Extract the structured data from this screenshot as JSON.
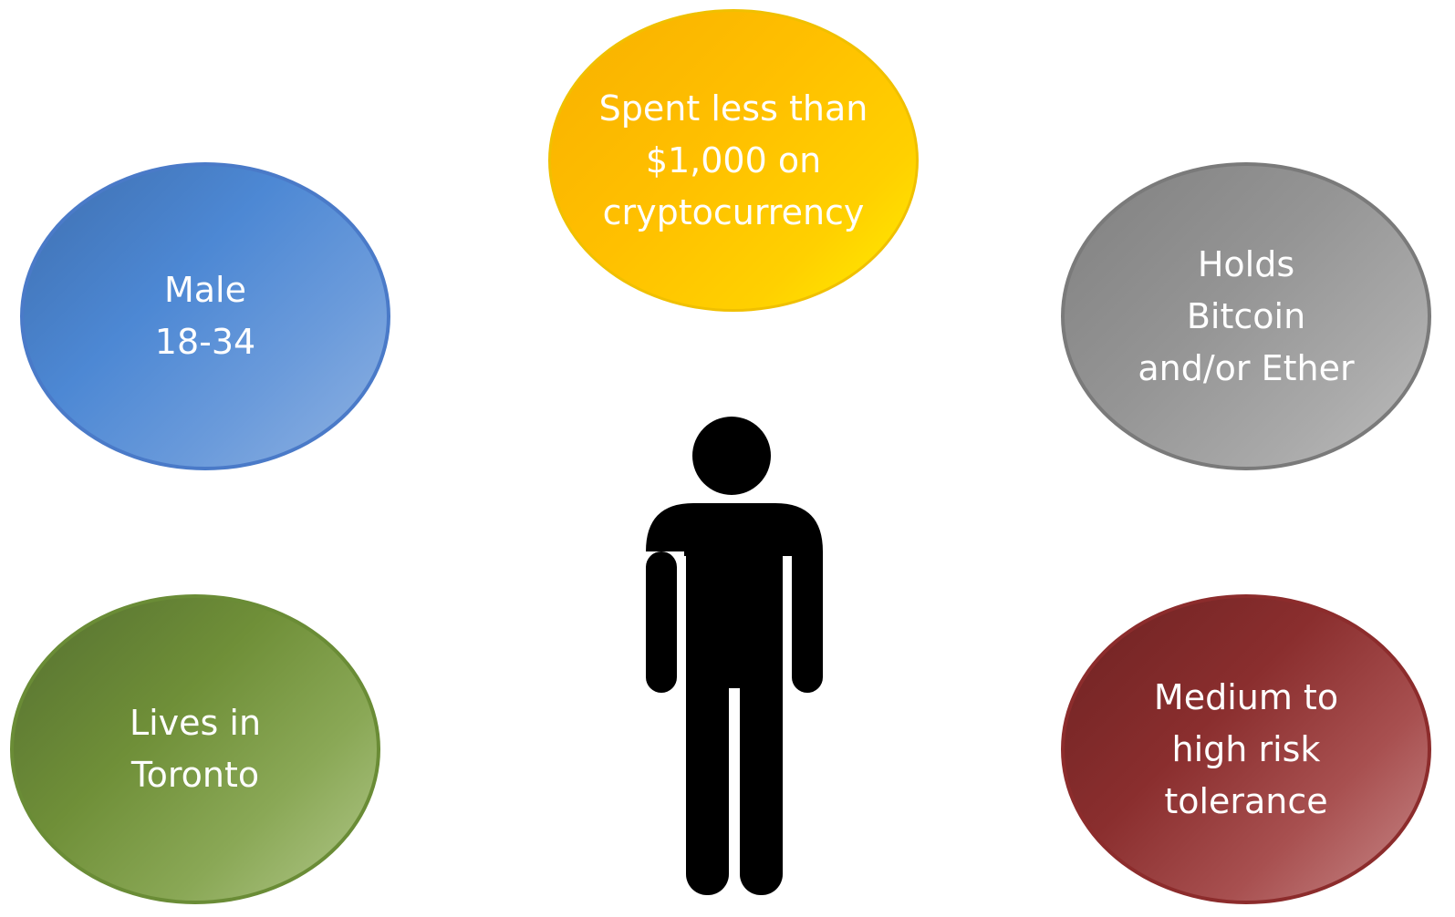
{
  "diagram": {
    "bubbles": {
      "demographic": {
        "text": "Male\n18-34",
        "color": "#4d88d4"
      },
      "spend": {
        "text": "Spent less than\n$1,000 on\ncryptocurrency",
        "color": "#ffc000"
      },
      "holdings": {
        "text": "Holds\nBitcoin\nand/or Ether",
        "color": "#a0a0a0"
      },
      "location": {
        "text": "Lives in\nToronto",
        "color": "#6f8f38"
      },
      "risk": {
        "text": "Medium to\nhigh risk\ntolerance",
        "color": "#8a2e2e"
      }
    },
    "center_icon": "person-silhouette-icon"
  }
}
